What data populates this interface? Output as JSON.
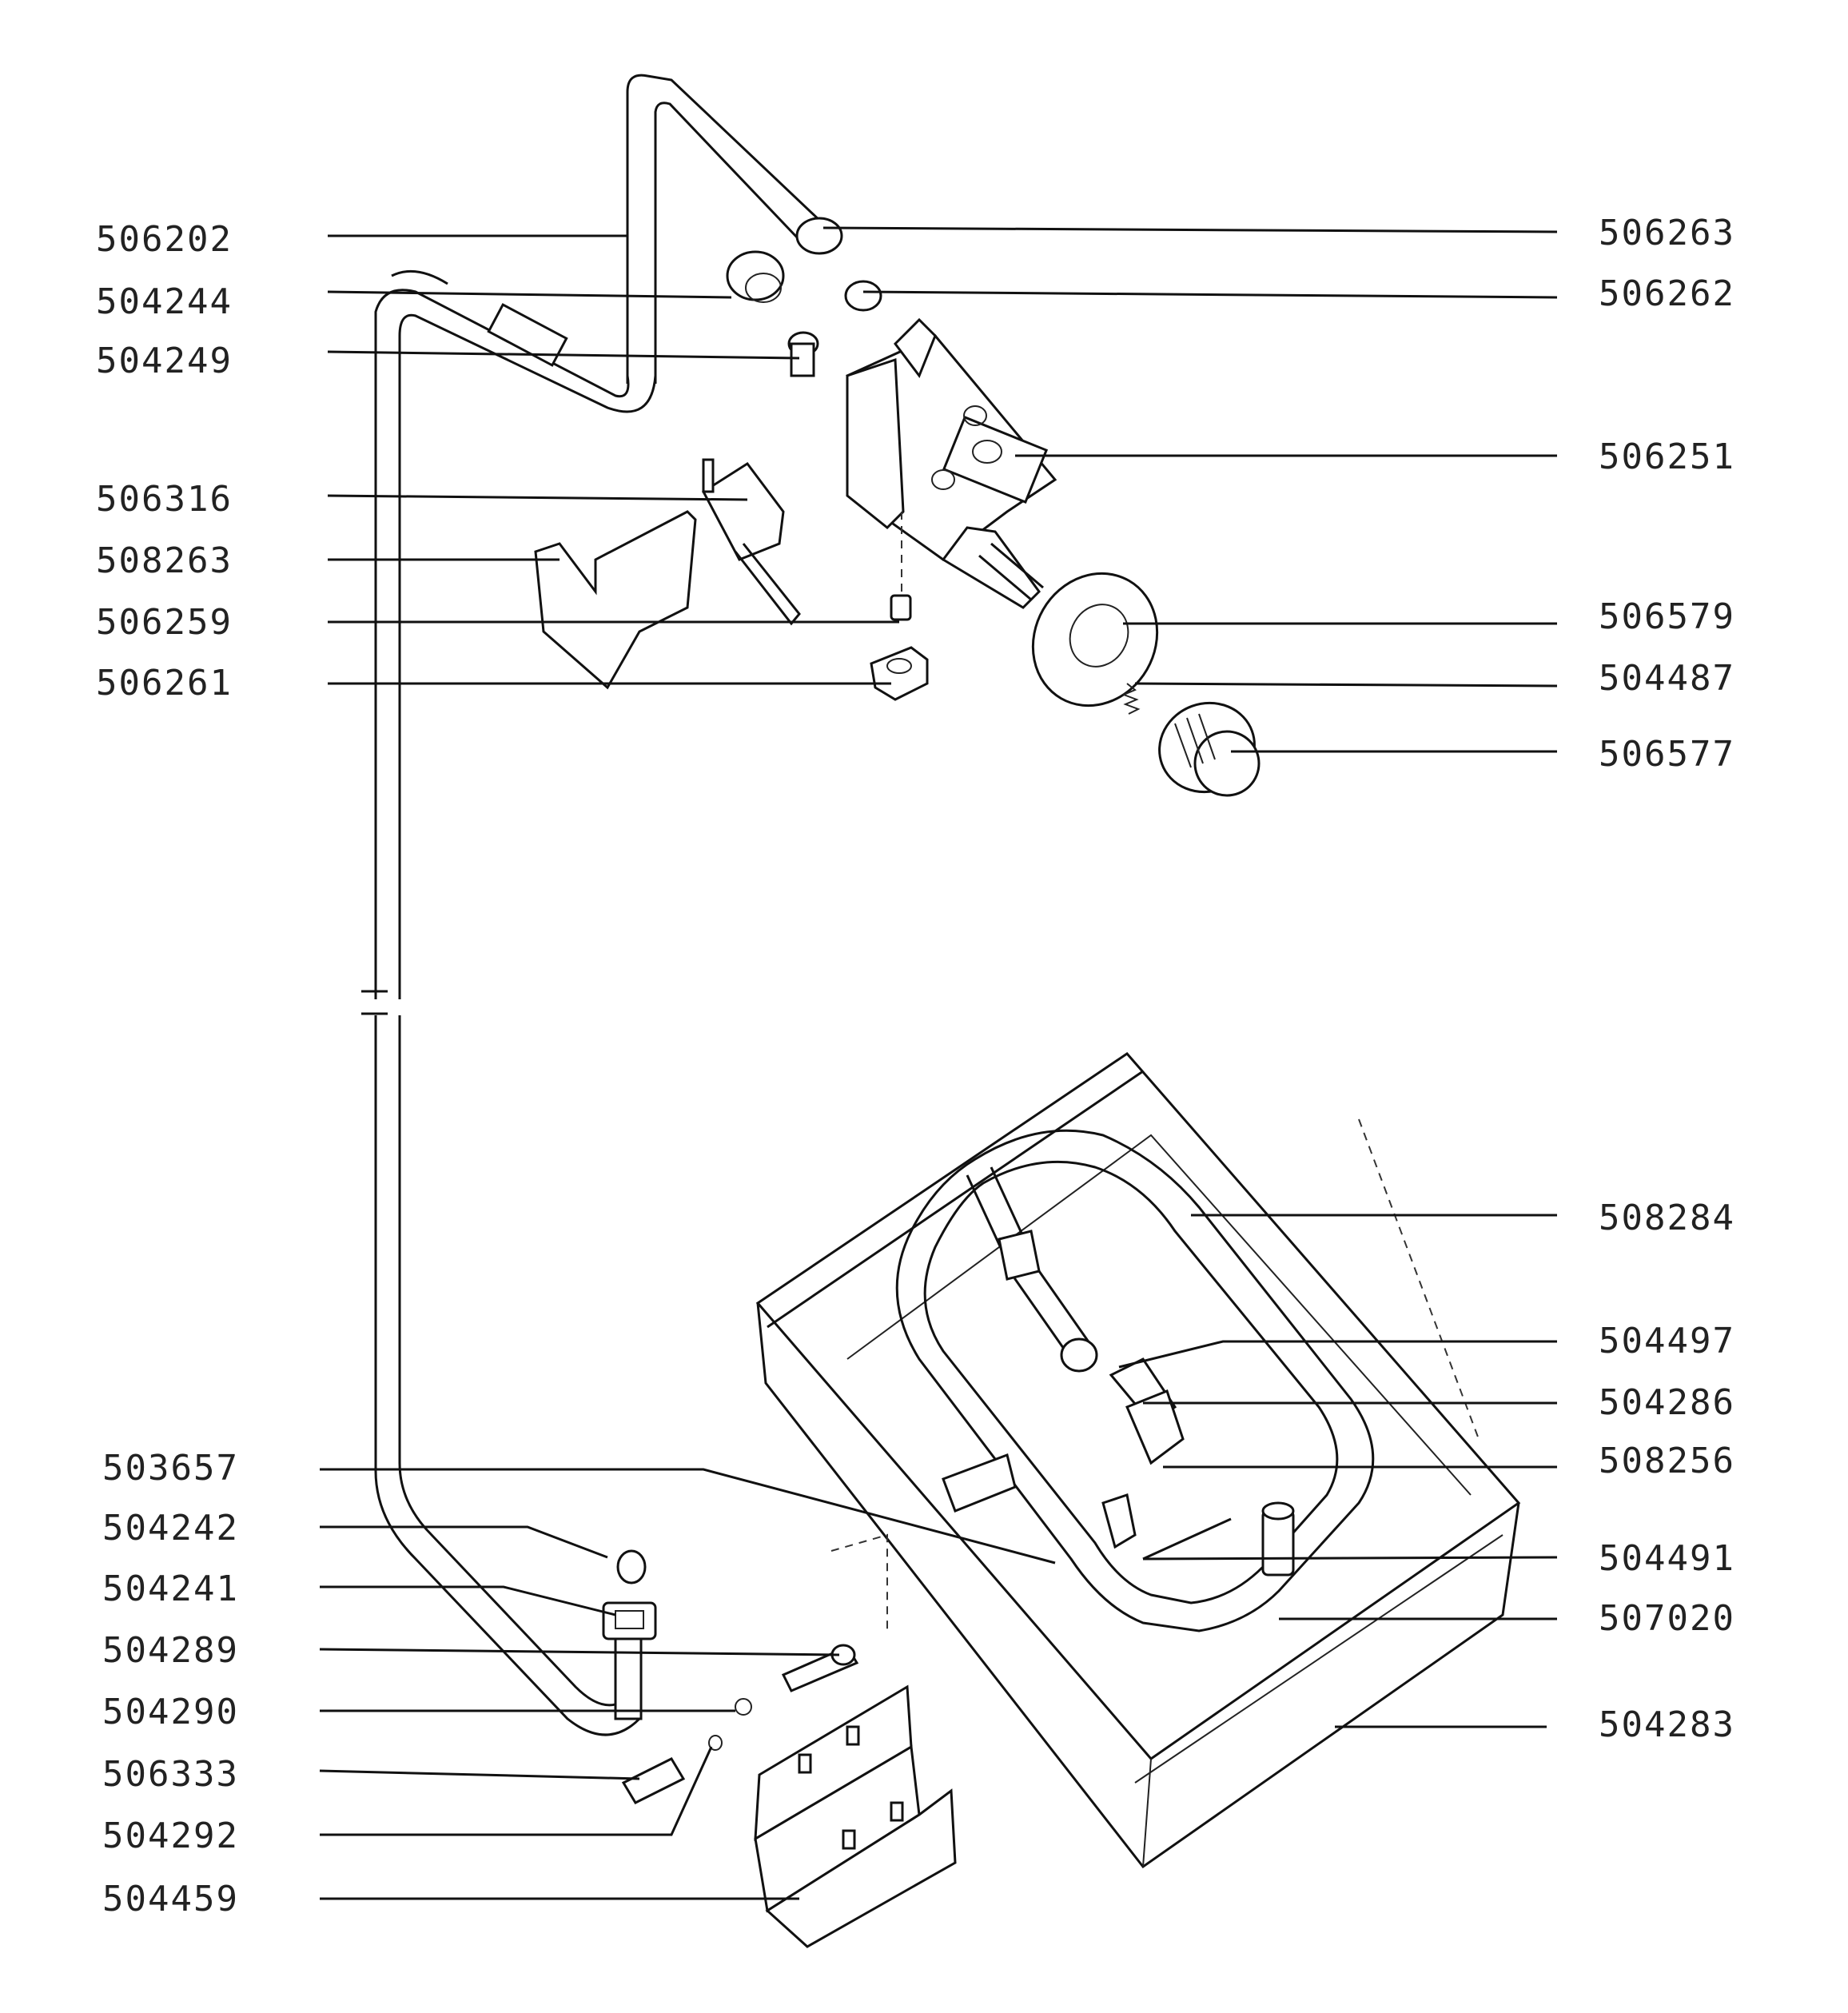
{
  "labels": {
    "left": [
      "506202",
      "504244",
      "504249",
      "506316",
      "508263",
      "506259",
      "506261",
      "503657",
      "504242",
      "504241",
      "504289",
      "504290",
      "506333",
      "504292",
      "504459"
    ],
    "right": [
      "506263",
      "506262",
      "506251",
      "506579",
      "504487",
      "506577",
      "508284",
      "504497",
      "504286",
      "508256",
      "504491",
      "507020",
      "504283"
    ]
  },
  "colors": {
    "ink": "#111111",
    "paper": "#ffffff",
    "text": "#222222"
  }
}
